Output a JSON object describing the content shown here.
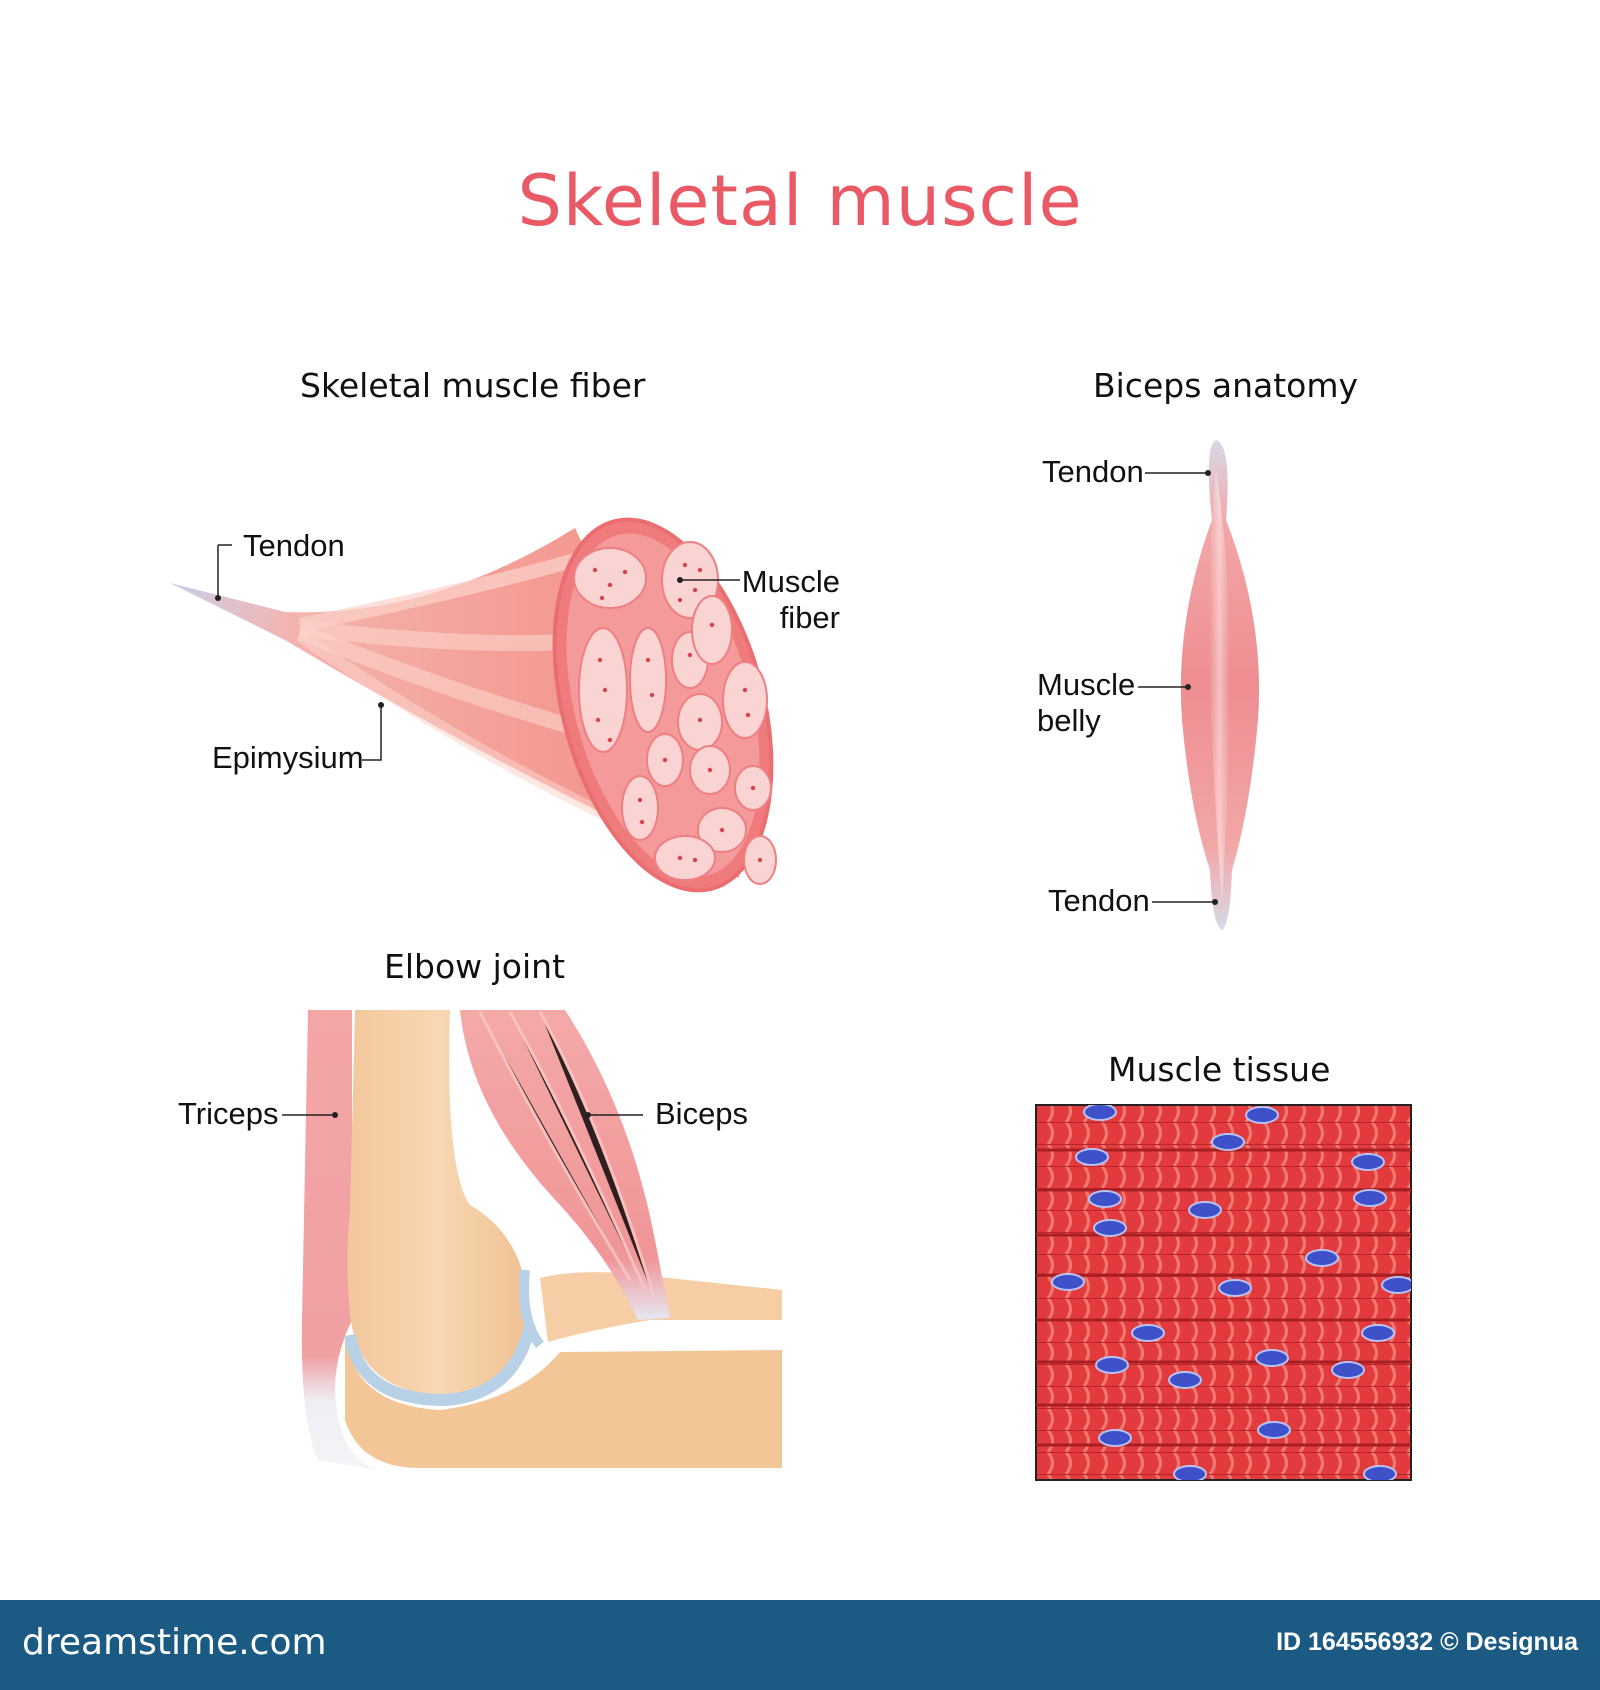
{
  "title": "Skeletal muscle",
  "sections": {
    "fiber": {
      "title": "Skeletal muscle fiber",
      "tendon": "Tendon",
      "muscle_fiber_line1": "Muscle",
      "muscle_fiber_line2": "fiber",
      "epimysium": "Epimysium"
    },
    "biceps": {
      "title": "Biceps anatomy",
      "tendon_top": "Tendon",
      "belly_line1": "Muscle",
      "belly_line2": "belly",
      "tendon_bottom": "Tendon"
    },
    "elbow": {
      "title": "Elbow joint",
      "triceps": "Triceps",
      "biceps": "Biceps"
    },
    "tissue": {
      "title": "Muscle tissue"
    }
  },
  "footer": {
    "brand": "dreamstime.com",
    "credit": "ID 164556932 © Designua"
  },
  "colors": {
    "title": "#ea5a66",
    "muscle": "#f28a84",
    "tissue": "#e1353a",
    "nucleus": "#3f51c9",
    "footer": "#1b5a83"
  }
}
